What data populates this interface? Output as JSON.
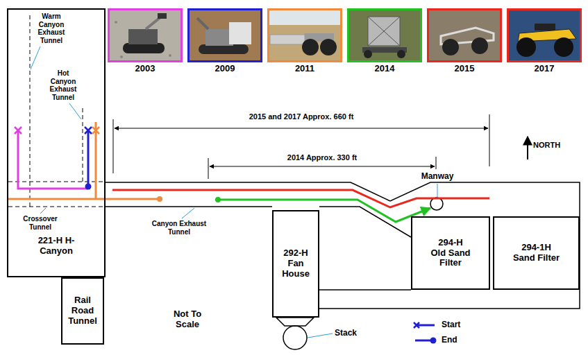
{
  "diagram": {
    "nodes": [
      {
        "text": [
          "2003"
        ]
      },
      {
        "text": [
          "2009"
        ]
      },
      {
        "text": [
          "2011"
        ]
      },
      {
        "text": [
          "2014"
        ]
      },
      {
        "text": [
          "2015"
        ]
      },
      {
        "text": [
          "2017"
        ]
      },
      {
        "text": [
          "221-H H-Canyon"
        ]
      },
      {
        "text": [
          "Rail Road Tunnel"
        ]
      },
      {
        "text": [
          "292-H Fan House"
        ]
      },
      {
        "text": [
          "294-H Old Sand Filter"
        ]
      },
      {
        "text": [
          "294-1H Sand Filter"
        ]
      }
    ],
    "labels": [
      "Warm Canyon Exhaust Tunnel",
      "Hot Canyon Exhaust Tunnel",
      "2015 and 2017 Approx. 660 ft",
      "NORTH",
      "2014 Approx. 330 ft",
      "Manway",
      "Crossover Tunnel",
      "Canyon Exhaust Tunnel",
      "Not To Scale",
      "Stack"
    ],
    "legend": [
      {
        "text": "Start"
      },
      {
        "text": "End"
      }
    ]
  }
}
